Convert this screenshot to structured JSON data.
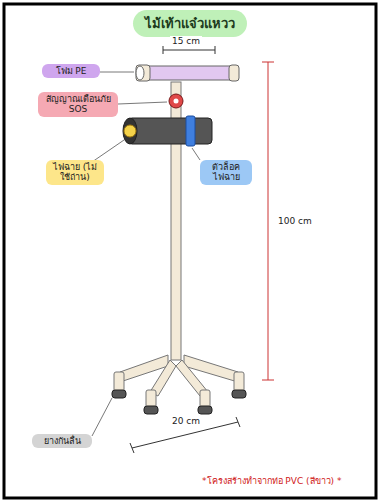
{
  "diagram": {
    "title": "ไม้เท้าแจ๋วแหวว",
    "nodes": [
      {
        "text": [
          "โฟม PE"
        ]
      },
      {
        "text": [
          "สัญญาณเตือนภัย SOS"
        ]
      },
      {
        "text": [
          "ไฟฉาย (ไม่ใช้ถ่าน)"
        ]
      },
      {
        "text": [
          "ตัวล็อค ไฟฉาย"
        ]
      },
      {
        "text": [
          "ยางกันลื่น"
        ]
      }
    ],
    "labels": [
      "15 cm",
      "100 cm",
      "20 cm",
      "*โครงสร้างทำจากท่อ PVC (สีขาว) *"
    ]
  }
}
